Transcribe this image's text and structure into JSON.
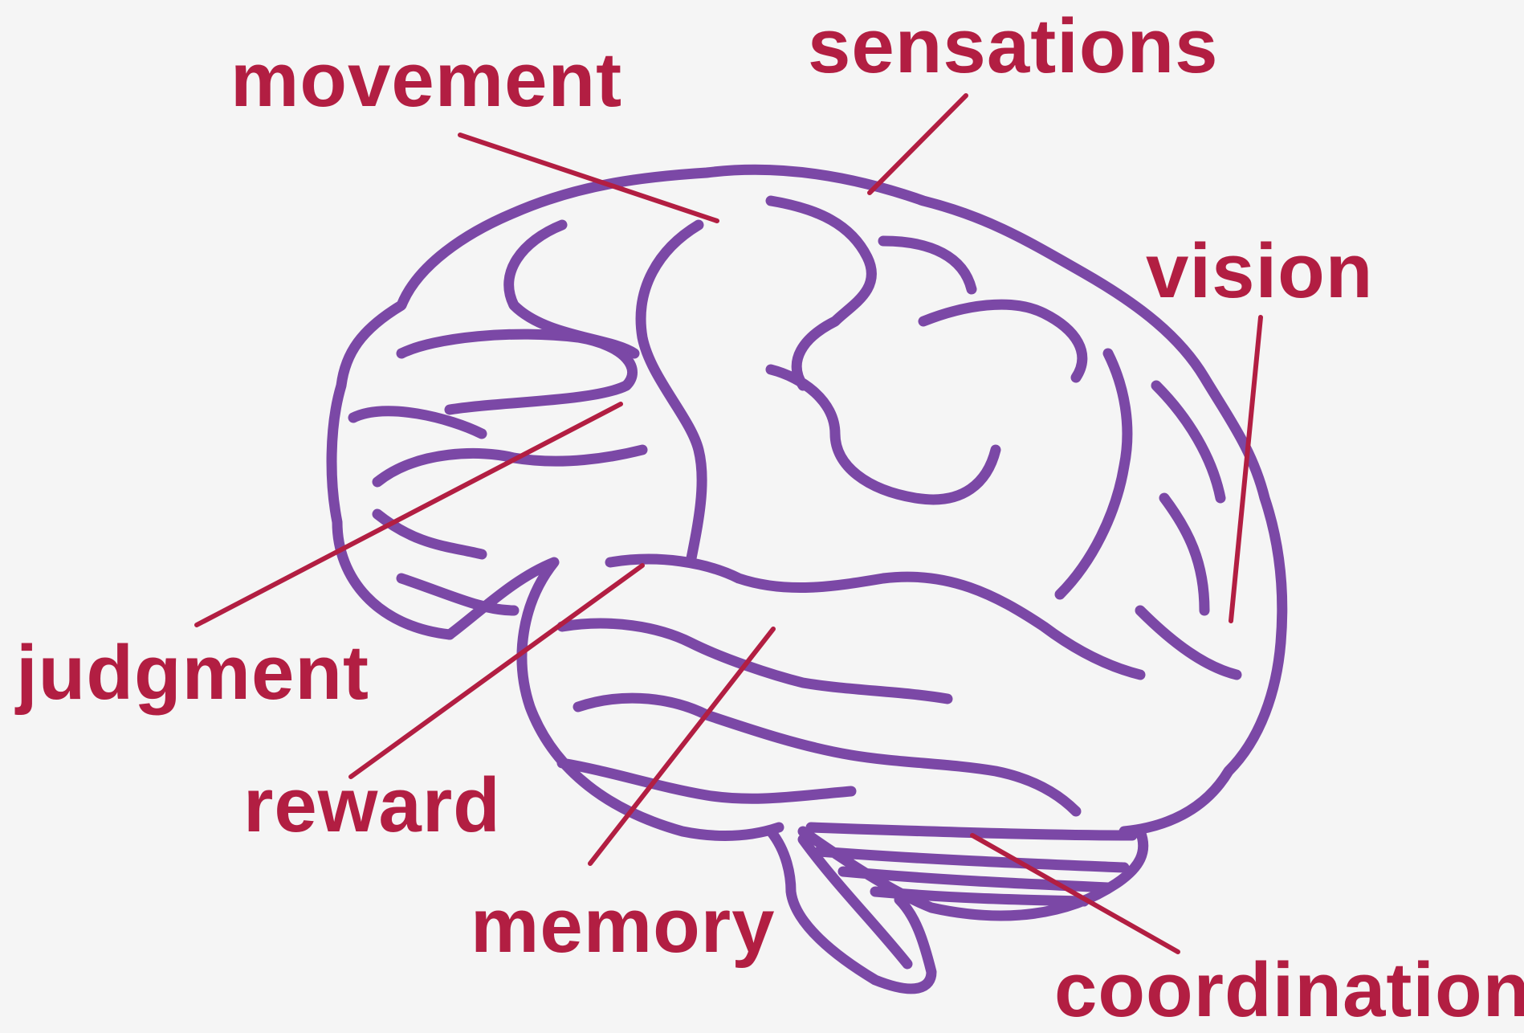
{
  "colors": {
    "background": "#f5f5f5",
    "brain_outline": "#7b48a6",
    "label_text": "#b21e42",
    "leader_line": "#b21e42"
  },
  "labels": {
    "movement": "movement",
    "sensations": "sensations",
    "vision": "vision",
    "judgment": "judgment",
    "reward": "reward",
    "memory": "memory",
    "coordination": "coordination"
  }
}
